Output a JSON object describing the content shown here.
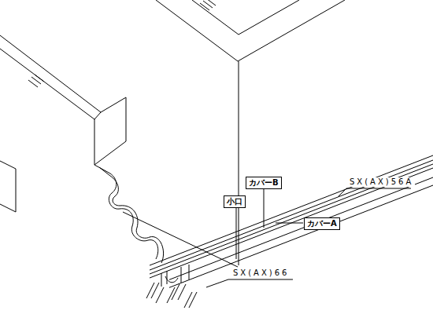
{
  "diagram": {
    "nodes": [
      {
        "text": [
          "小口"
        ]
      },
      {
        "text": [
          "カバーB"
        ]
      },
      {
        "text": [
          "カバーA"
        ]
      }
    ],
    "labels": [
      "SX(AX)56A",
      "SX(AX)66"
    ]
  }
}
